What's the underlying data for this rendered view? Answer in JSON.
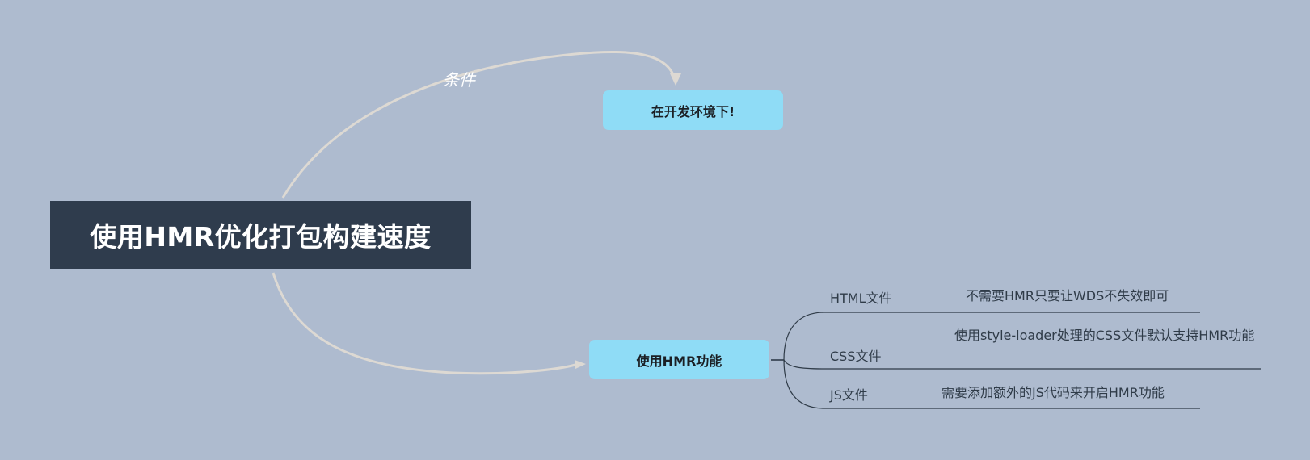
{
  "root": {
    "title": "使用HMR优化打包构建速度"
  },
  "relationship": {
    "label": "条件"
  },
  "nodes": {
    "environment": "在开发环境下!",
    "hmr": "使用HMR功能"
  },
  "branches": [
    {
      "label": "HTML文件",
      "detail": "不需要HMR只要让WDS不失效即可"
    },
    {
      "label": "CSS文件",
      "detail": "使用style-loader处理的CSS文件默认支持HMR功能"
    },
    {
      "label": "JS文件",
      "detail": "需要添加额外的JS代码来开启HMR功能"
    }
  ],
  "colors": {
    "background": "#aebbcf",
    "root_fill": "#2f3c4d",
    "topic_fill": "#8fdcf6",
    "connector": "#ddd9d3",
    "branch_line": "#2f3b48"
  }
}
